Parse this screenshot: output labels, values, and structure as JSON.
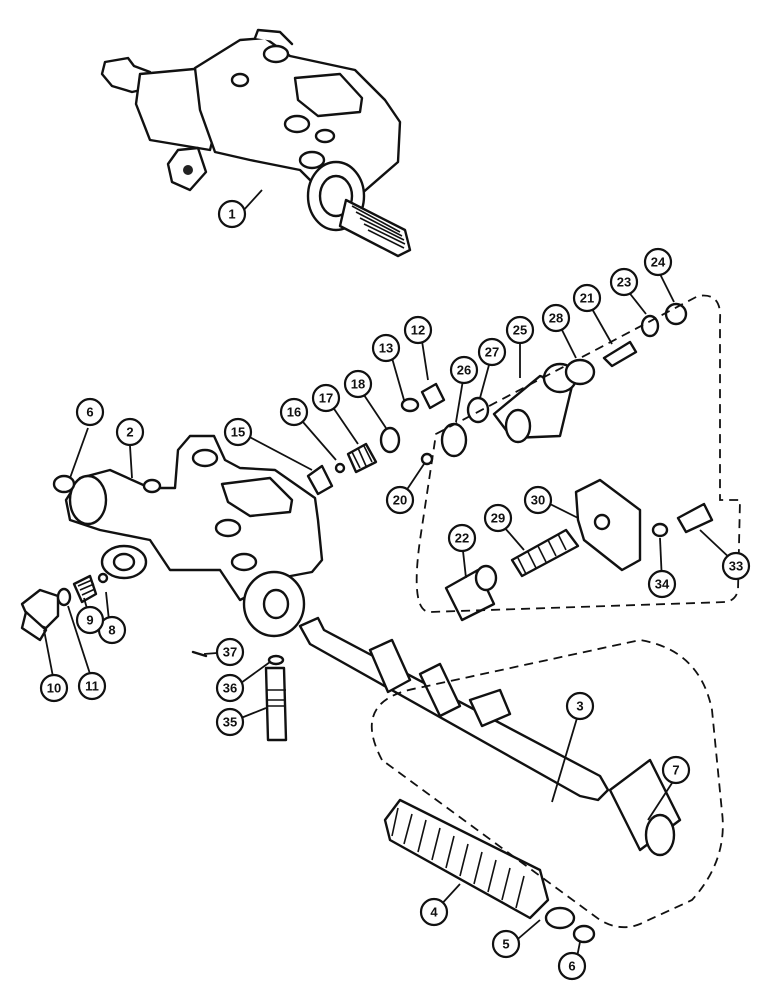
{
  "callouts": {
    "c1": "1",
    "c2": "2",
    "c3": "3",
    "c4": "4",
    "c5": "5",
    "c6a": "6",
    "c6b": "6",
    "c7": "7",
    "c8": "8",
    "c9": "9",
    "c10": "10",
    "c11": "11",
    "c12": "12",
    "c13": "13",
    "c15": "15",
    "c16": "16",
    "c17": "17",
    "c18": "18",
    "c20": "20",
    "c21": "21",
    "c22": "22",
    "c23": "23",
    "c24": "24",
    "c25": "25",
    "c26": "26",
    "c27": "27",
    "c28": "28",
    "c29": "29",
    "c30": "30",
    "c33": "33",
    "c34": "34",
    "c35": "35",
    "c36": "36",
    "c37": "37"
  }
}
